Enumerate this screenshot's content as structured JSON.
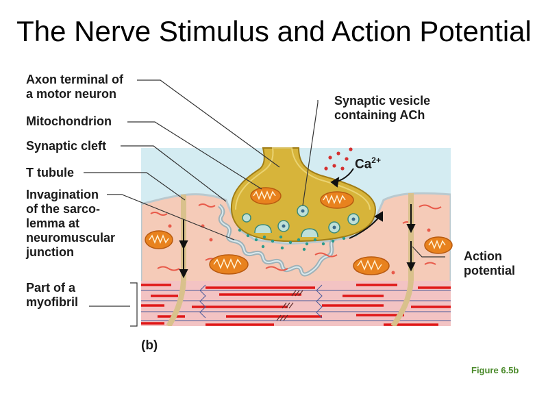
{
  "title": "The Nerve Stimulus and Action Potential",
  "labels": {
    "axon_terminal": "Axon terminal of\na motor neuron",
    "mitochondrion": "Mitochondrion",
    "synaptic_cleft": "Synaptic cleft",
    "t_tubule": "T tubule",
    "invagination": "Invagination\nof the sarco-\nlemma at\nneuromuscular\njunction",
    "myofibril": "Part of a\nmyofibril",
    "synaptic_vesicle": "Synaptic vesicle\ncontaining ACh",
    "calcium": "Ca",
    "calcium_charge": "2+",
    "action_potential": "Action\npotential",
    "panel": "(b)"
  },
  "figure_caption": "Figure 6.5b",
  "colors": {
    "extracellular": "#d4ecf2",
    "sarcolemma": "#f5cbb8",
    "axon_terminal": "#d7b43a",
    "mitochondrion": "#e8821e",
    "myofibril_line": "#e01818",
    "ca_dots": "#d43030",
    "ach_dots": "#2a9a8a"
  }
}
